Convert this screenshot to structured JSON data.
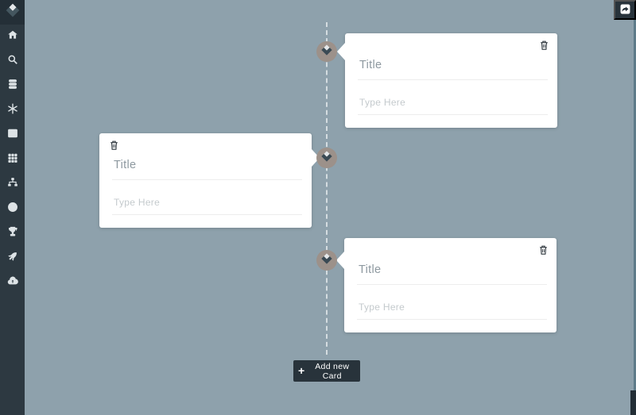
{
  "colors": {
    "background": "#8ea1ac",
    "sidebar": "#2d3941",
    "dark_accent": "#28333b",
    "card_bg": "#ffffff",
    "node_circle": "#9c918a",
    "node_diamond_dark": "#3a4a54",
    "node_diamond_light": "#e4e7e9",
    "timeline_line": "#ebf0f2",
    "title_text": "#8e99a0",
    "placeholder_text": "#c4cacd",
    "scrollbar_track": "#5e7b89",
    "scrollbar_thumb": "#232e36"
  },
  "sidebar": {
    "logo_icon": "diamond-logo",
    "items": [
      {
        "icon": "home"
      },
      {
        "icon": "search"
      },
      {
        "icon": "database"
      },
      {
        "icon": "snowflake"
      },
      {
        "icon": "columns"
      },
      {
        "icon": "grid"
      },
      {
        "icon": "sitemap"
      },
      {
        "icon": "clock"
      },
      {
        "icon": "trophy"
      },
      {
        "icon": "rocket"
      },
      {
        "icon": "cloud-upload"
      }
    ]
  },
  "topbar": {
    "share_button_icon": "external-link"
  },
  "timeline": {
    "cards": [
      {
        "side": "right",
        "title_placeholder": "Title",
        "body_placeholder": "Type Here",
        "delete_icon": "trash"
      },
      {
        "side": "left",
        "title_placeholder": "Title",
        "body_placeholder": "Type Here",
        "delete_icon": "trash"
      },
      {
        "side": "right",
        "title_placeholder": "Title",
        "body_placeholder": "Type Here",
        "delete_icon": "trash"
      }
    ],
    "node_icon": "diamond-logo",
    "add_button": {
      "icon_glyph": "+",
      "label": "Add new Card"
    }
  }
}
